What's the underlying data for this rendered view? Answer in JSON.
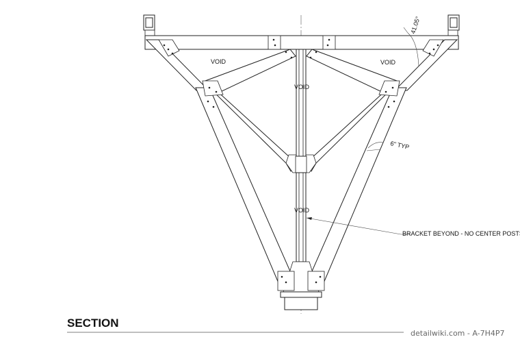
{
  "labels": {
    "void_left": "VOID",
    "void_right": "VOID",
    "void_top_center": "VOID",
    "void_lower_center": "VOID",
    "angle": "41.05°",
    "bevel": "6\" TYP",
    "callout": "BRACKET BEYOND - NO CENTER POSTS"
  },
  "title": "SECTION",
  "credit": "detailwiki.com - A-7H4P7"
}
